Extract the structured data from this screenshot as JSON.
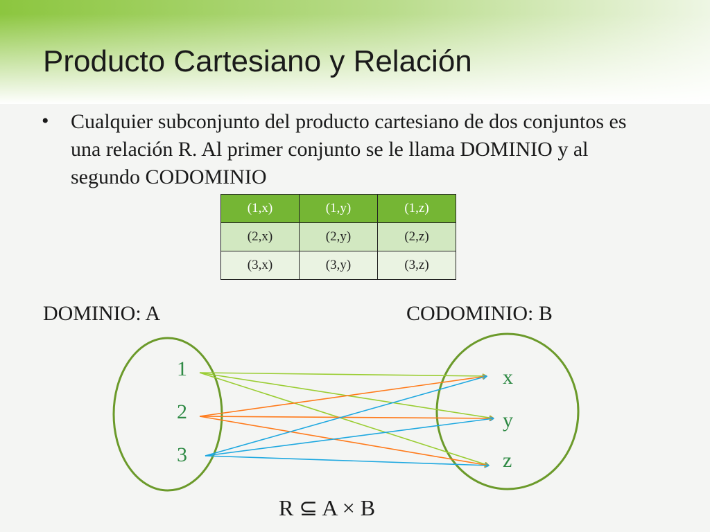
{
  "slide": {
    "title": "Producto Cartesiano y Relación",
    "bullet": "Cualquier subconjunto del producto cartesiano de dos conjuntos es una relación R. Al primer conjunto se le llama DOMINIO y al segundo CODOMINIO",
    "table": {
      "header": [
        "(1,x)",
        "(1,y)",
        "(1,z)"
      ],
      "rows": [
        [
          "(2,x)",
          "(2,y)",
          "(2,z)"
        ],
        [
          "(3,x)",
          "(3,y)",
          "(3,z)"
        ]
      ]
    },
    "domain_label": "DOMINIO: A",
    "codomain_label": "CODOMINIO: B",
    "domain_elements": [
      "1",
      "2",
      "3"
    ],
    "codomain_elements": [
      "x",
      "y",
      "z"
    ],
    "relation_text": "R ⊆ A × B"
  },
  "colors": {
    "accent_green": "#75b634",
    "ellipse_stroke": "#6b9a2a",
    "element_text": "#2f8a45",
    "from_1": "#9acd32",
    "from_2": "#ff7a1a",
    "from_3": "#1ea8e0"
  },
  "edges": [
    {
      "from": "1",
      "to": "x"
    },
    {
      "from": "1",
      "to": "y"
    },
    {
      "from": "1",
      "to": "z"
    },
    {
      "from": "2",
      "to": "x"
    },
    {
      "from": "2",
      "to": "y"
    },
    {
      "from": "2",
      "to": "z"
    },
    {
      "from": "3",
      "to": "x"
    },
    {
      "from": "3",
      "to": "y"
    },
    {
      "from": "3",
      "to": "z"
    }
  ]
}
